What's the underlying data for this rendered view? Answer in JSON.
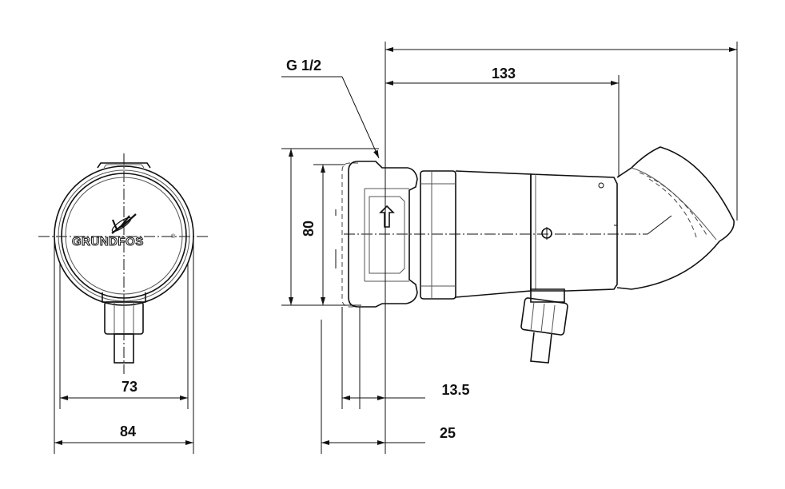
{
  "labels": {
    "thread": "G 1/2",
    "length_overall": "133",
    "height": "80",
    "front_width_inner": "73",
    "front_width_outer": "84",
    "offset_small": "13.5",
    "offset_large": "25"
  },
  "logo": {
    "brand": "GRUNDFOS",
    "mark": "®"
  },
  "colors": {
    "line": "#111111",
    "background": "#ffffff"
  }
}
